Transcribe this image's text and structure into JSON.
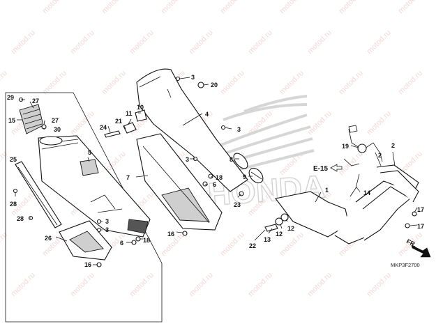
{
  "watermark": "motod.ru",
  "logo_text": "HONDA",
  "diagram_code": "MKP3F2700",
  "direction_label": "FR.",
  "reference_label": "E-15",
  "part_numbers": {
    "p1": "1",
    "p2a": "2",
    "p2b": "2",
    "p3a": "3",
    "p3b": "3",
    "p3c": "3",
    "p3d": "3",
    "p3e": "3",
    "p4": "4",
    "p5": "5",
    "p6a": "6",
    "p6b": "6",
    "p7": "7",
    "p8": "8",
    "p9": "9",
    "p10": "10",
    "p11": "11",
    "p12a": "12",
    "p12b": "12",
    "p13": "13",
    "p14": "14",
    "p15": "15",
    "p16a": "16",
    "p16b": "16",
    "p17a": "17",
    "p17b": "17",
    "p18a": "18",
    "p18b": "18",
    "p19": "19",
    "p20": "20",
    "p21": "21",
    "p22": "22",
    "p23": "23",
    "p24": "24",
    "p25": "25",
    "p26": "26",
    "p27a": "27",
    "p27b": "27",
    "p28a": "28",
    "p28b": "28",
    "p29": "29",
    "p30": "30"
  }
}
